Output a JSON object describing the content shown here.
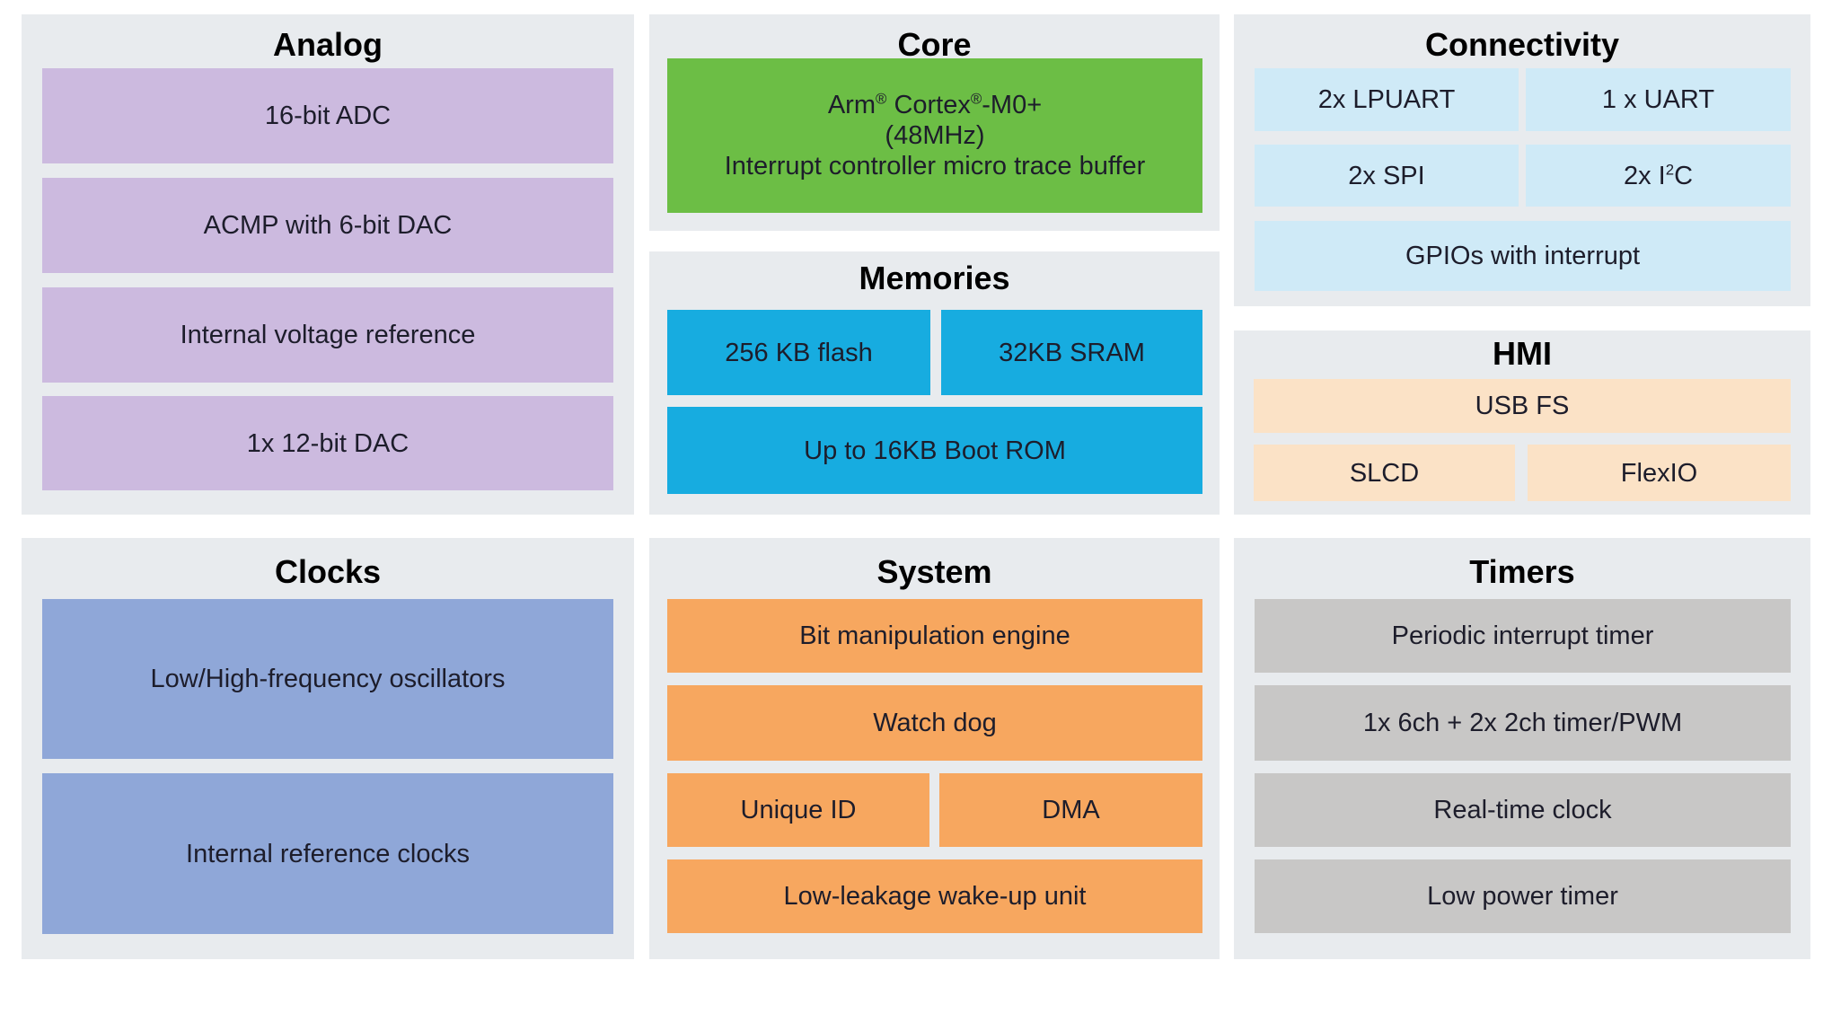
{
  "palette": {
    "panel_bg": "#E8EBEE",
    "analog": "#CCBADF",
    "core": "#6CBE45",
    "memories": "#17ACE0",
    "connectivity": "#CFEAF7",
    "hmi": "#FBE2C6",
    "clocks": "#8FA7D8",
    "system": "#F7A75F",
    "timers": "#C8C7C6"
  },
  "sections": {
    "analog": {
      "title": "Analog",
      "items": [
        "16-bit ADC",
        "ACMP with 6-bit DAC",
        "Internal voltage reference",
        "1x 12-bit DAC"
      ]
    },
    "core": {
      "title": "Core",
      "line1": [
        "Arm",
        "®",
        " Cortex",
        "®",
        "-M0+"
      ],
      "line2": "(48MHz)",
      "line3": "Interrupt controller micro trace buffer"
    },
    "memories": {
      "title": "Memories",
      "flash": "256 KB flash",
      "sram": "32KB SRAM",
      "rom": "Up to 16KB Boot ROM"
    },
    "connectivity": {
      "title": "Connectivity",
      "lpuart": "2x LPUART",
      "uart": "1 x UART",
      "spi": "2x SPI",
      "i2c": [
        "2x I",
        "2",
        "C"
      ],
      "gpio": "GPIOs with interrupt"
    },
    "hmi": {
      "title": "HMI",
      "usb": "USB FS",
      "slcd": "SLCD",
      "flexio": "FlexIO"
    },
    "clocks": {
      "title": "Clocks",
      "items": [
        "Low/High-frequency oscillators",
        "Internal reference clocks"
      ]
    },
    "system": {
      "title": "System",
      "bme": "Bit manipulation engine",
      "watchdog": "Watch dog",
      "uid": "Unique ID",
      "dma": "DMA",
      "llwu": "Low-leakage wake-up unit"
    },
    "timers": {
      "title": "Timers",
      "items": [
        "Periodic interrupt timer",
        "1x 6ch + 2x 2ch timer/PWM",
        "Real-time clock",
        "Low power timer"
      ]
    }
  }
}
